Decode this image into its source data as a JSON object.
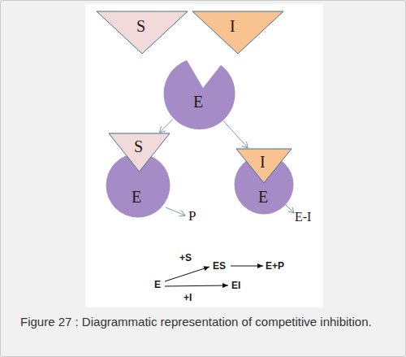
{
  "diagram": {
    "caption": "Figure 27 : Diagrammatic representation of competitive inhibition.",
    "nodes": [
      {
        "text": [
          "S"
        ]
      },
      {
        "text": [
          "I"
        ]
      },
      {
        "text": [
          "E"
        ]
      },
      {
        "text": [
          "S"
        ]
      },
      {
        "text": [
          "E"
        ]
      },
      {
        "text": [
          "I"
        ]
      },
      {
        "text": [
          "E"
        ]
      }
    ],
    "edges": [
      {
        "from": 2,
        "to": 3,
        "arrow": "to"
      },
      {
        "from": 2,
        "to": 5,
        "arrow": "to"
      }
    ],
    "labels": [
      "P",
      "E-I",
      "+S",
      "ES",
      "E+P",
      "E",
      "+I",
      "EI"
    ]
  }
}
